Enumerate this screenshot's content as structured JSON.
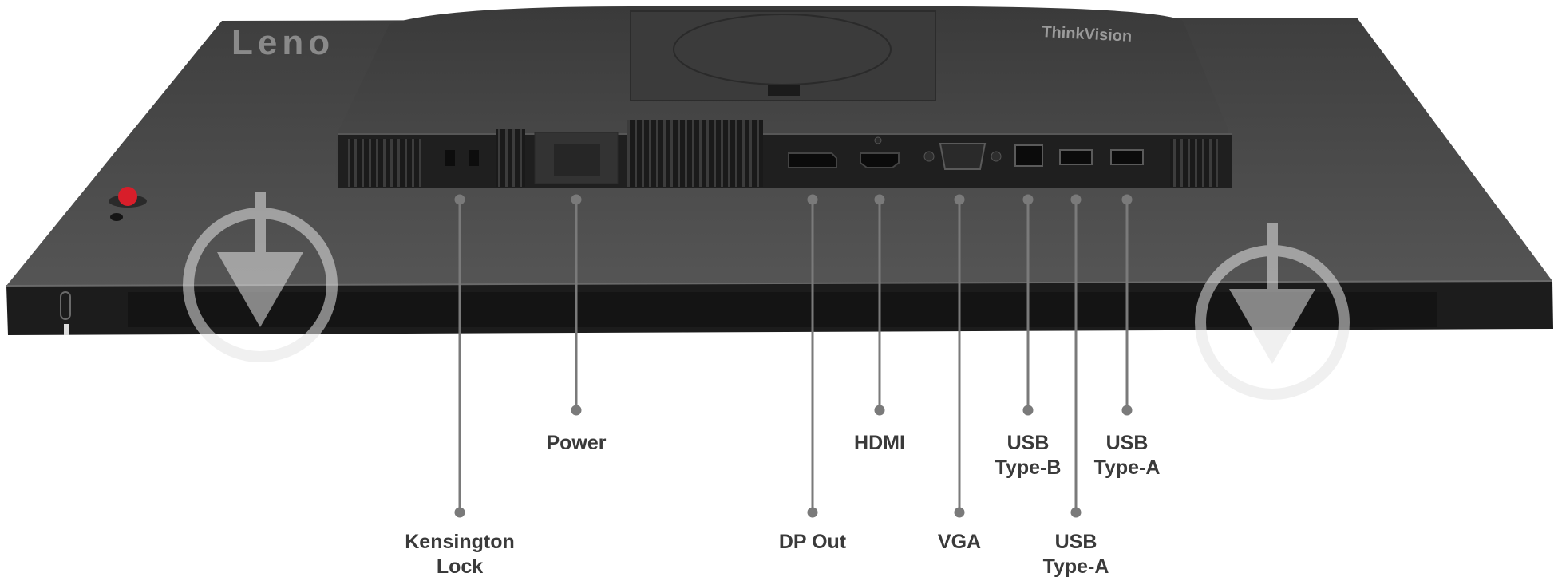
{
  "product": {
    "brand_front": "Leno",
    "brand_stand": "ThinkVision"
  },
  "ports": [
    {
      "id": "kensington",
      "label": "Kensington\nLock"
    },
    {
      "id": "power",
      "label": "Power"
    },
    {
      "id": "dp-out",
      "label": "DP Out"
    },
    {
      "id": "hdmi",
      "label": "HDMI"
    },
    {
      "id": "vga",
      "label": "VGA"
    },
    {
      "id": "usb-b",
      "label": "USB\nType-B"
    },
    {
      "id": "usb-a-1",
      "label": "USB\nType-A"
    },
    {
      "id": "usb-a-2",
      "label": "USB\nType-A"
    }
  ],
  "colors": {
    "monitor_body": "#4a4a4a",
    "monitor_edge": "#1c1c1c",
    "port_panel": "#1f1f1f",
    "callout_line": "#7a7a7a",
    "label_text": "#3a3a3a",
    "joystick": "#d81e2a"
  }
}
